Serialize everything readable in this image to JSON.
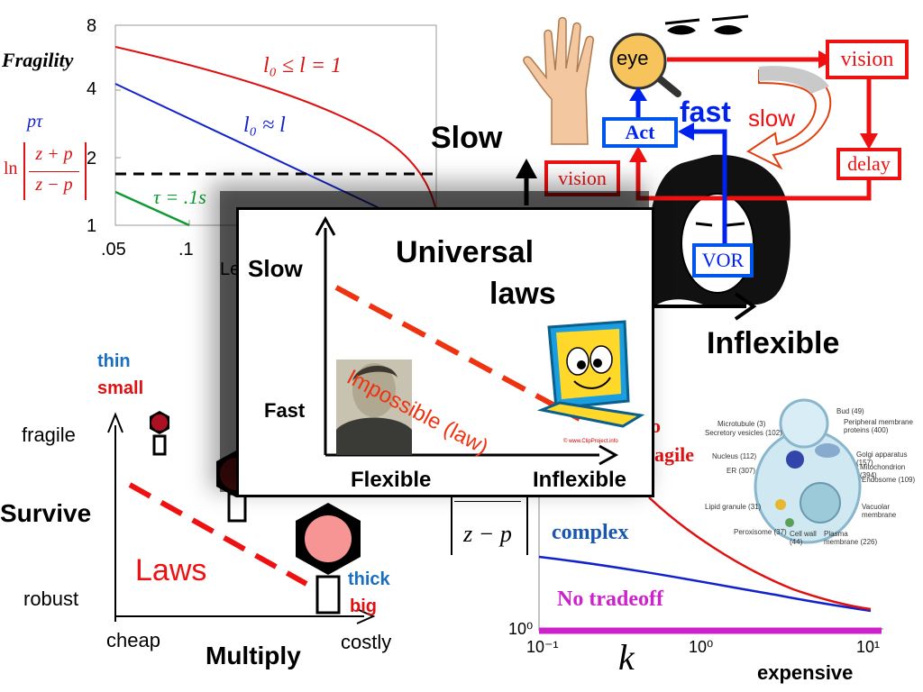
{
  "top_left_chart": {
    "ylabel": "Fragility",
    "yticks": [
      "8",
      "4",
      "2",
      "1"
    ],
    "xticks": [
      ".05",
      ".1"
    ],
    "xlabel_partial": "Le",
    "curve_label_red": "l₀ ≤ l = 1",
    "curve_label_blue": "l₀ ≈ l",
    "curve_label_green": "τ = .1s",
    "formula_p_tau": "pτ",
    "formula_ln": "ln",
    "formula_num": "z + p",
    "formula_den": "z − p",
    "colors": {
      "red": "#dd1111",
      "blue": "#1122cc",
      "green": "#119933"
    }
  },
  "top_right": {
    "eye_label": "eye",
    "vision_top": "vision",
    "vision_left": "vision",
    "delay": "delay",
    "act": "Act",
    "vor": "VOR",
    "fast": "fast",
    "slow": "slow",
    "axis_slow": "Slow",
    "axis_inflexible": "Inflexible"
  },
  "center_panel": {
    "title_line1": "Universal",
    "title_line2": "laws",
    "axis_slow": "Slow",
    "axis_fast": "Fast",
    "axis_flexible": "Flexible",
    "axis_inflexible": "Inflexible",
    "impossible": "Impossible (law)",
    "copyright": "© www.ClipProject.info"
  },
  "bottom_left": {
    "thin": "thin",
    "small": "small",
    "fragile": "fragile",
    "survive": "Survive",
    "robust": "robust",
    "laws": "Laws",
    "thick": "thick",
    "big": "big",
    "cheap": "cheap",
    "multiply": "Multiply",
    "costly": "costly"
  },
  "bottom_right": {
    "fragment_o": "o",
    "fragment_agile": "agile",
    "formula_num": "z − p",
    "complex": "complex",
    "no_tradeoff": "No tradeoff",
    "y_tick": "10⁰",
    "x_tick_1": "10⁻¹",
    "x_tick_2": "10⁰",
    "x_tick_3": "10¹",
    "xvar": "k",
    "expensive": "expensive",
    "colors": {
      "complex": "#1a56b0",
      "no_tradeoff": "#cc22cc"
    }
  },
  "cell_diagram": {
    "labels": [
      "Bud (49)",
      "Peripheral membrane proteins (400)",
      "Microtubule (3)",
      "Secretory vesicles (102)",
      "Golgi apparatus (157)",
      "Nucleus (112)",
      "Mitochondrion (394)",
      "ER (307)",
      "Endosome (109)",
      "Vacuolar membrane",
      "Lipid granule (31)",
      "Peroxisome (37)",
      "Cell wall (44)",
      "Plasma membrane (226)"
    ]
  }
}
